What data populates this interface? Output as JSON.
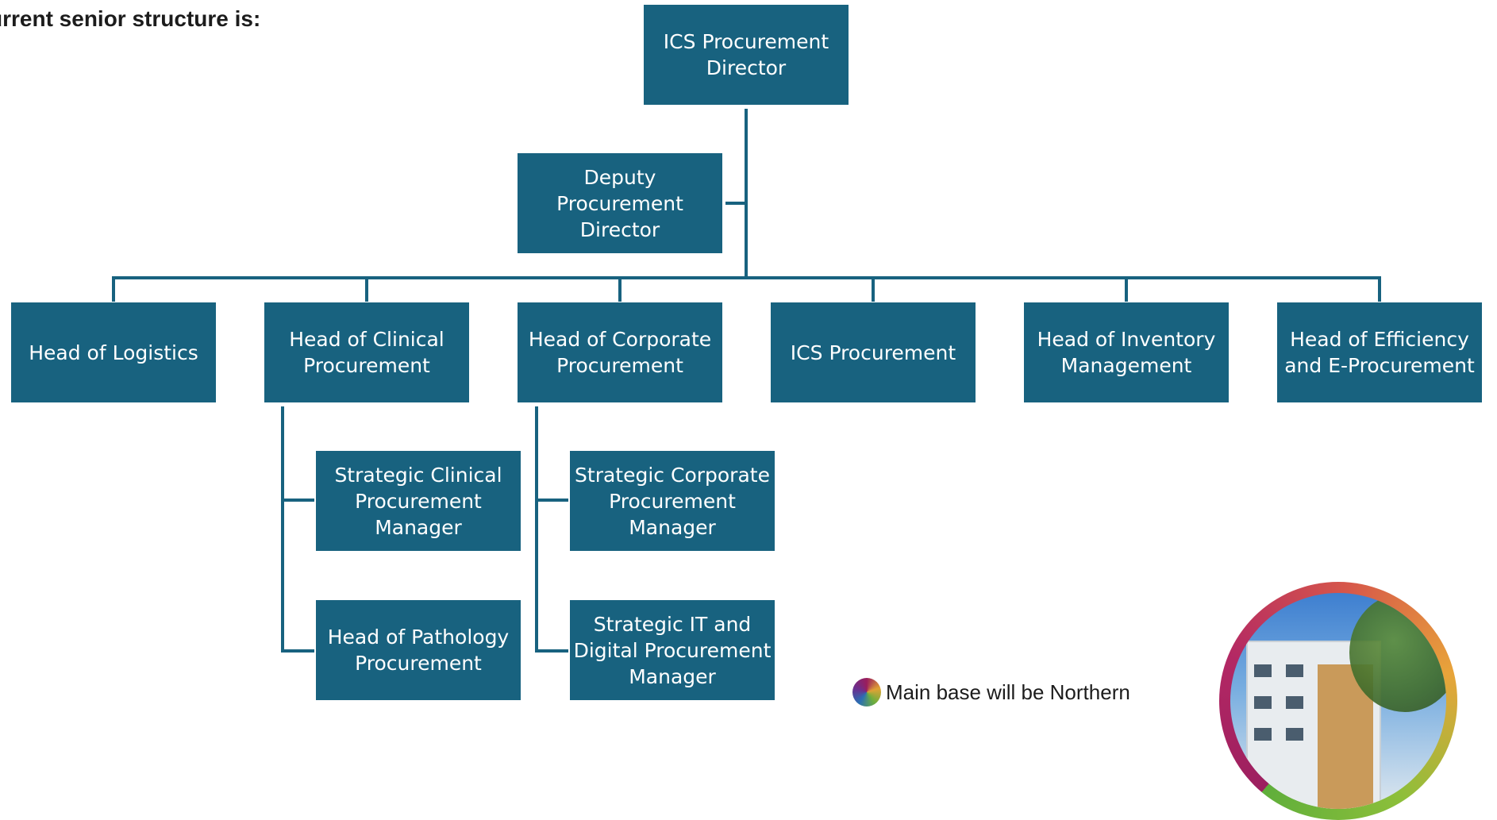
{
  "heading": "urrent senior structure is:",
  "org_chart": {
    "director": "ICS Procurement\nDirector",
    "deputy": "Deputy\nProcurement\nDirector",
    "heads": [
      "Head of Logistics",
      "Head of Clinical\nProcurement",
      "Head of Corporate\nProcurement",
      "ICS Procurement",
      "Head of Inventory\nManagement",
      "Head of Efficiency\nand E-Procurement"
    ],
    "clinical_reports": [
      "Strategic Clinical\nProcurement\nManager",
      "Head of Pathology\nProcurement"
    ],
    "corporate_reports": [
      "Strategic Corporate\nProcurement\nManager",
      "Strategic IT and\nDigital Procurement\nManager"
    ]
  },
  "caption": {
    "icon": "colour-wheel-bullet-icon",
    "text": "Main base will be Northern"
  },
  "photo": {
    "icon": "building-photo"
  },
  "colors": {
    "box": "#18627f",
    "box_text": "#ffffff",
    "text": "#1c1c1c"
  }
}
